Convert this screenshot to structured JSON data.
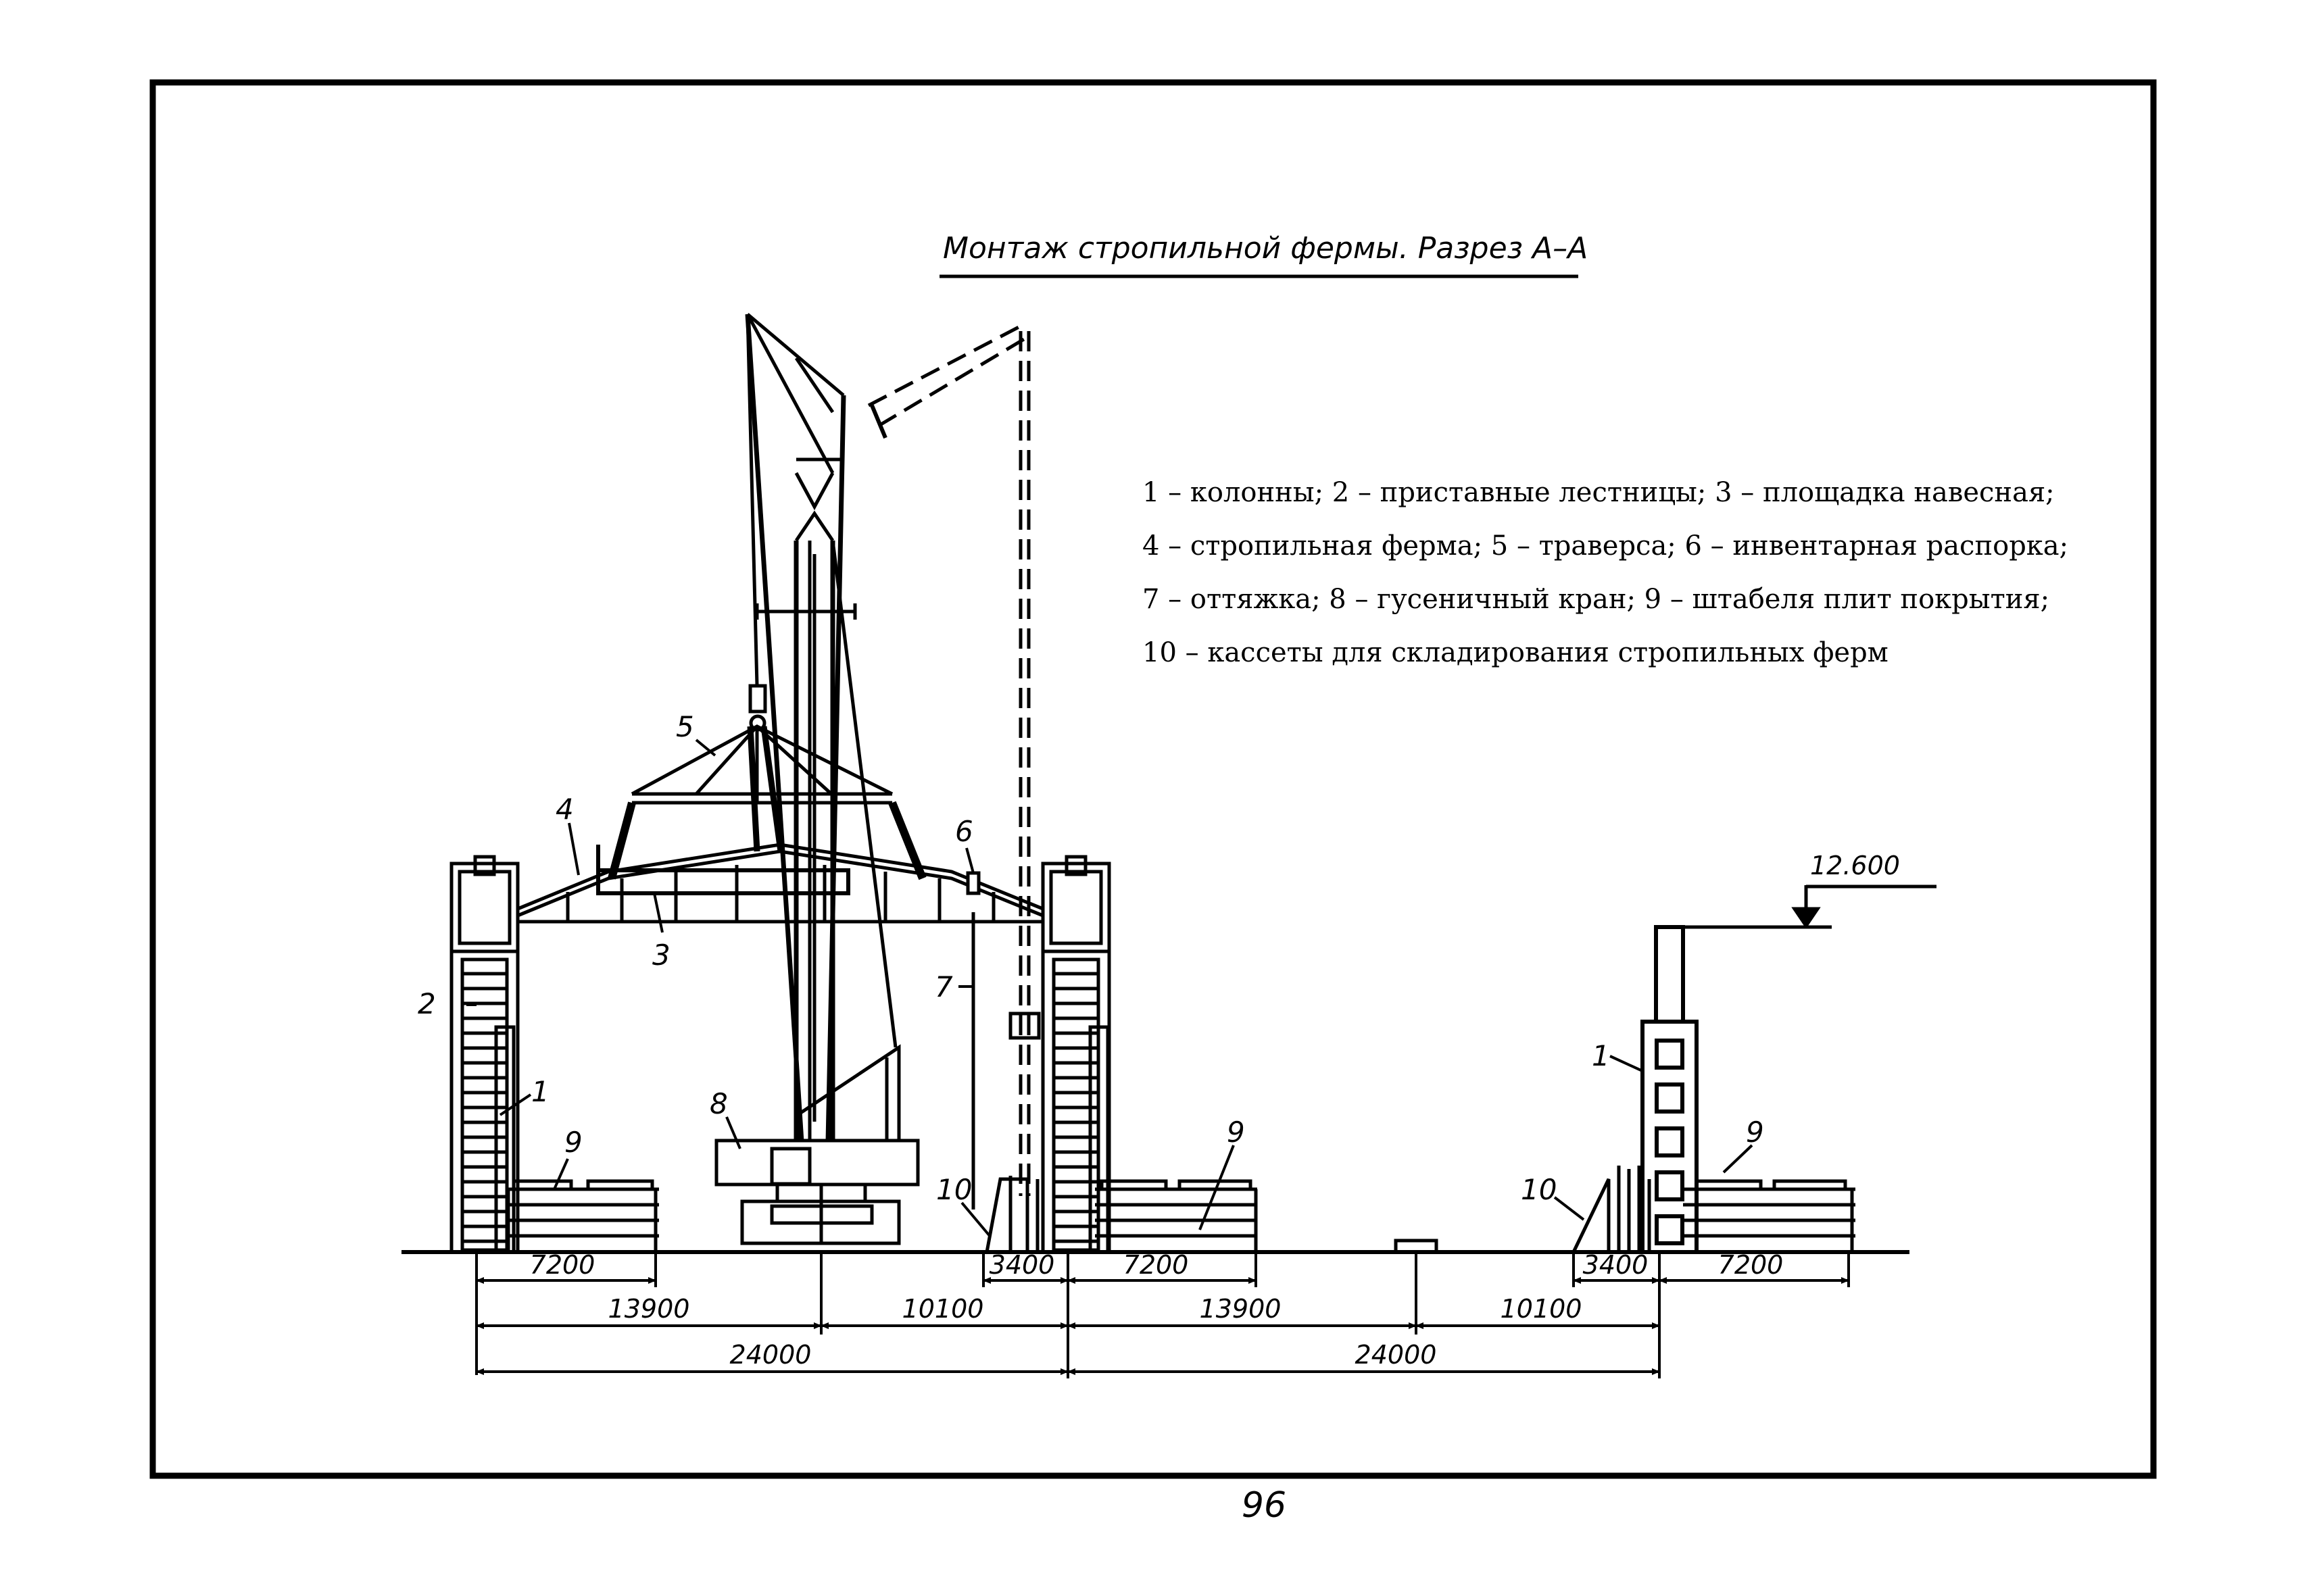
{
  "title": "Монтаж стропильной фермы. Разрез А–А",
  "legend": [
    "1 – колонны;  2 – приставные лестницы;  3 – площадка навесная;",
    "4 – стропильная ферма;  5 – траверса;  6 – инвентарная распорка;",
    "7 – оттяжка;  8 – гусеничный кран;  9 – штабеля плит покрытия;",
    "10 – кассеты для складирования стропильных ферм"
  ],
  "elevation_mark": "12.600",
  "callouts": {
    "c1a": "1",
    "c1b": "1",
    "c2": "2",
    "c3": "3",
    "c4": "4",
    "c5": "5",
    "c6": "6",
    "c7": "7",
    "c8": "8",
    "c9a": "9",
    "c9b": "9",
    "c9c": "9",
    "c10a": "10",
    "c10b": "10"
  },
  "dimensions": {
    "d7200a": "7200",
    "d3400a": "3400",
    "d7200b": "7200",
    "d3400b": "3400",
    "d7200c": "7200",
    "d13900a": "13900",
    "d10100a": "10100",
    "d13900b": "13900",
    "d10100b": "10100",
    "d24000a": "24000",
    "d24000b": "24000"
  },
  "page_number": "96"
}
